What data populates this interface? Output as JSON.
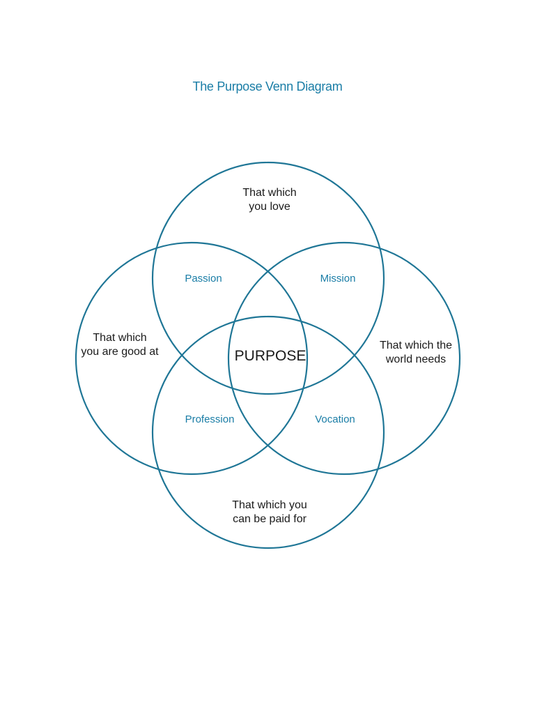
{
  "title": "The Purpose Venn Diagram",
  "colors": {
    "accent": "#1a7da6",
    "circle_stroke": "#1f7696",
    "text_dark": "#1a1a1a",
    "background": "#ffffff"
  },
  "circles": [
    {
      "id": "love",
      "label_lines": [
        "That which",
        "you love"
      ]
    },
    {
      "id": "good_at",
      "label_lines": [
        "That which",
        "you are good at"
      ]
    },
    {
      "id": "world_needs",
      "label_lines": [
        "That which the",
        "world needs"
      ]
    },
    {
      "id": "paid_for",
      "label_lines": [
        "That which you",
        "can be paid for"
      ]
    }
  ],
  "intersections": {
    "passion": "Passion",
    "mission": "Mission",
    "profession": "Profession",
    "vocation": "Vocation"
  },
  "center": "PURPOSE"
}
